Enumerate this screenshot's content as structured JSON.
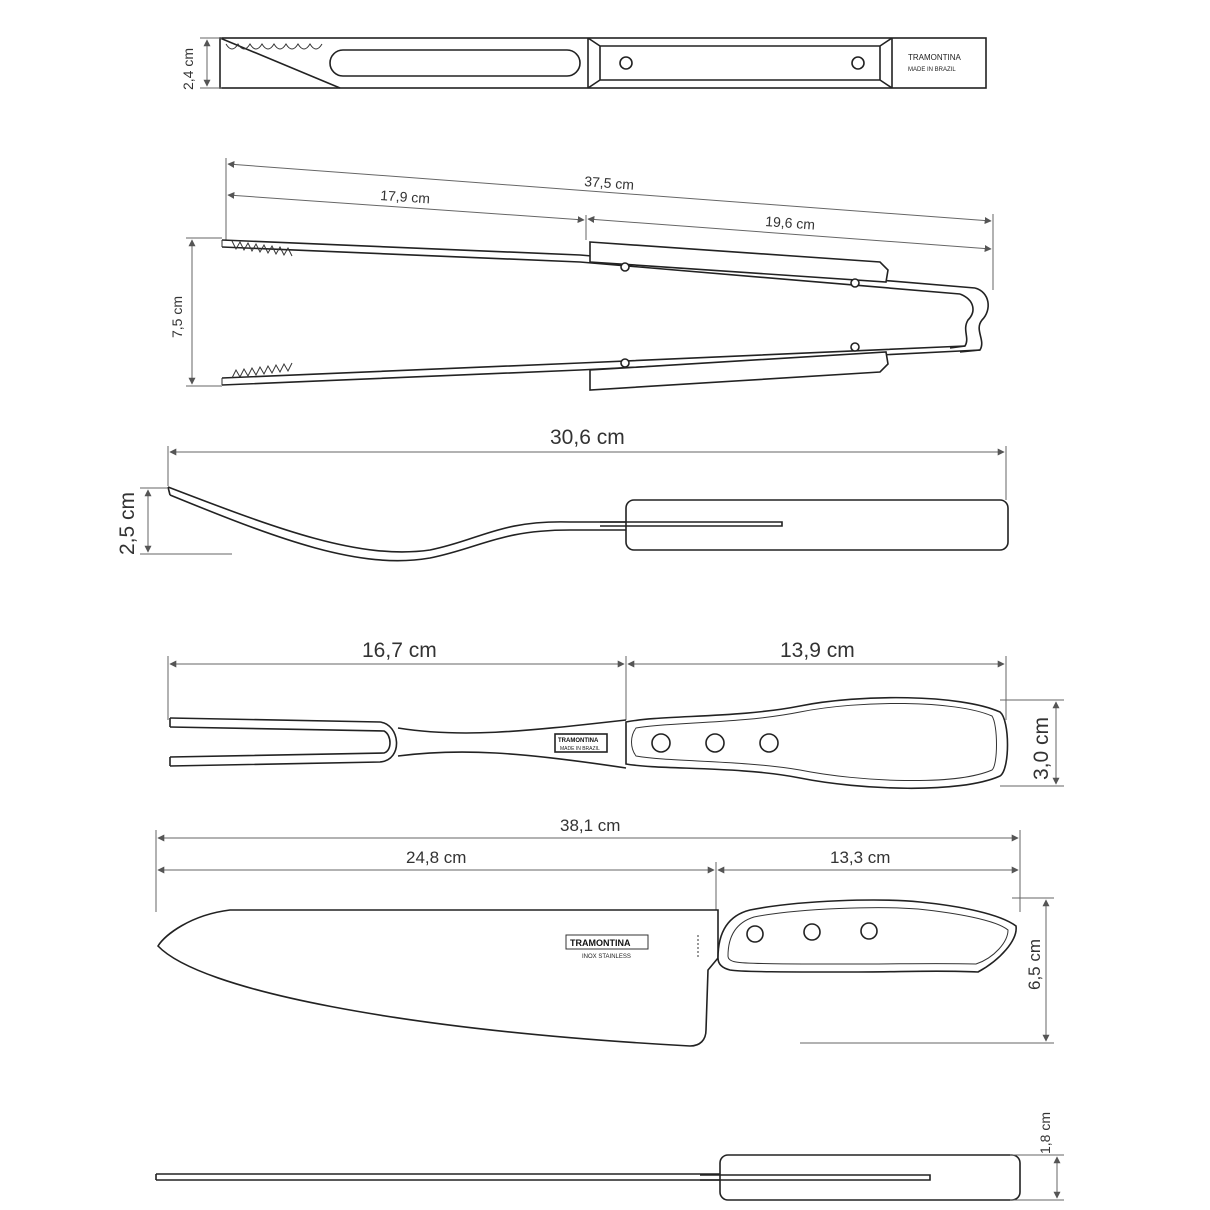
{
  "products": {
    "tongs_top": {
      "thickness": "2,4 cm",
      "brand": "TRAMONTINA",
      "origin": "MADE IN BRAZIL"
    },
    "tongs_side": {
      "total_length": "37,5 cm",
      "head_length": "17,9 cm",
      "handle_length": "19,6 cm",
      "open_width": "7,5 cm"
    },
    "fork_side": {
      "total_length": "30,6 cm",
      "height": "2,5 cm"
    },
    "fork_top": {
      "tine_length": "16,7 cm",
      "handle_length": "13,9 cm",
      "handle_width": "3,0 cm",
      "brand": "TRAMONTINA",
      "origin": "MADE IN BRAZIL"
    },
    "knife_side": {
      "total_length": "38,1 cm",
      "blade_length": "24,8 cm",
      "handle_length": "13,3 cm",
      "blade_height": "6,5 cm",
      "brand": "TRAMONTINA",
      "steel": "INOX STAINLESS"
    },
    "knife_top": {
      "thickness": "1,8 cm"
    }
  }
}
